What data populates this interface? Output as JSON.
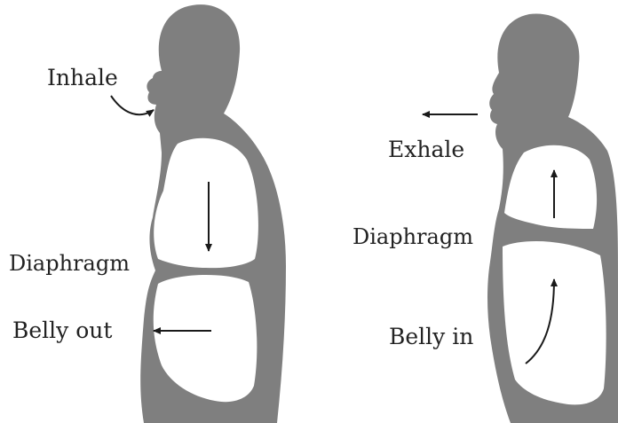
{
  "colors": {
    "body_fill": "#7f7f7f",
    "cavity_fill": "#ffffff",
    "arrow": "#1a1a1a",
    "text": "#222222"
  },
  "inhale_figure": {
    "inhale_label": "Inhale",
    "diaphragm_label": "Diaphragm",
    "belly_label": "Belly out"
  },
  "exhale_figure": {
    "exhale_label": "Exhale",
    "diaphragm_label": "Diaphragm",
    "belly_label": "Belly in"
  }
}
